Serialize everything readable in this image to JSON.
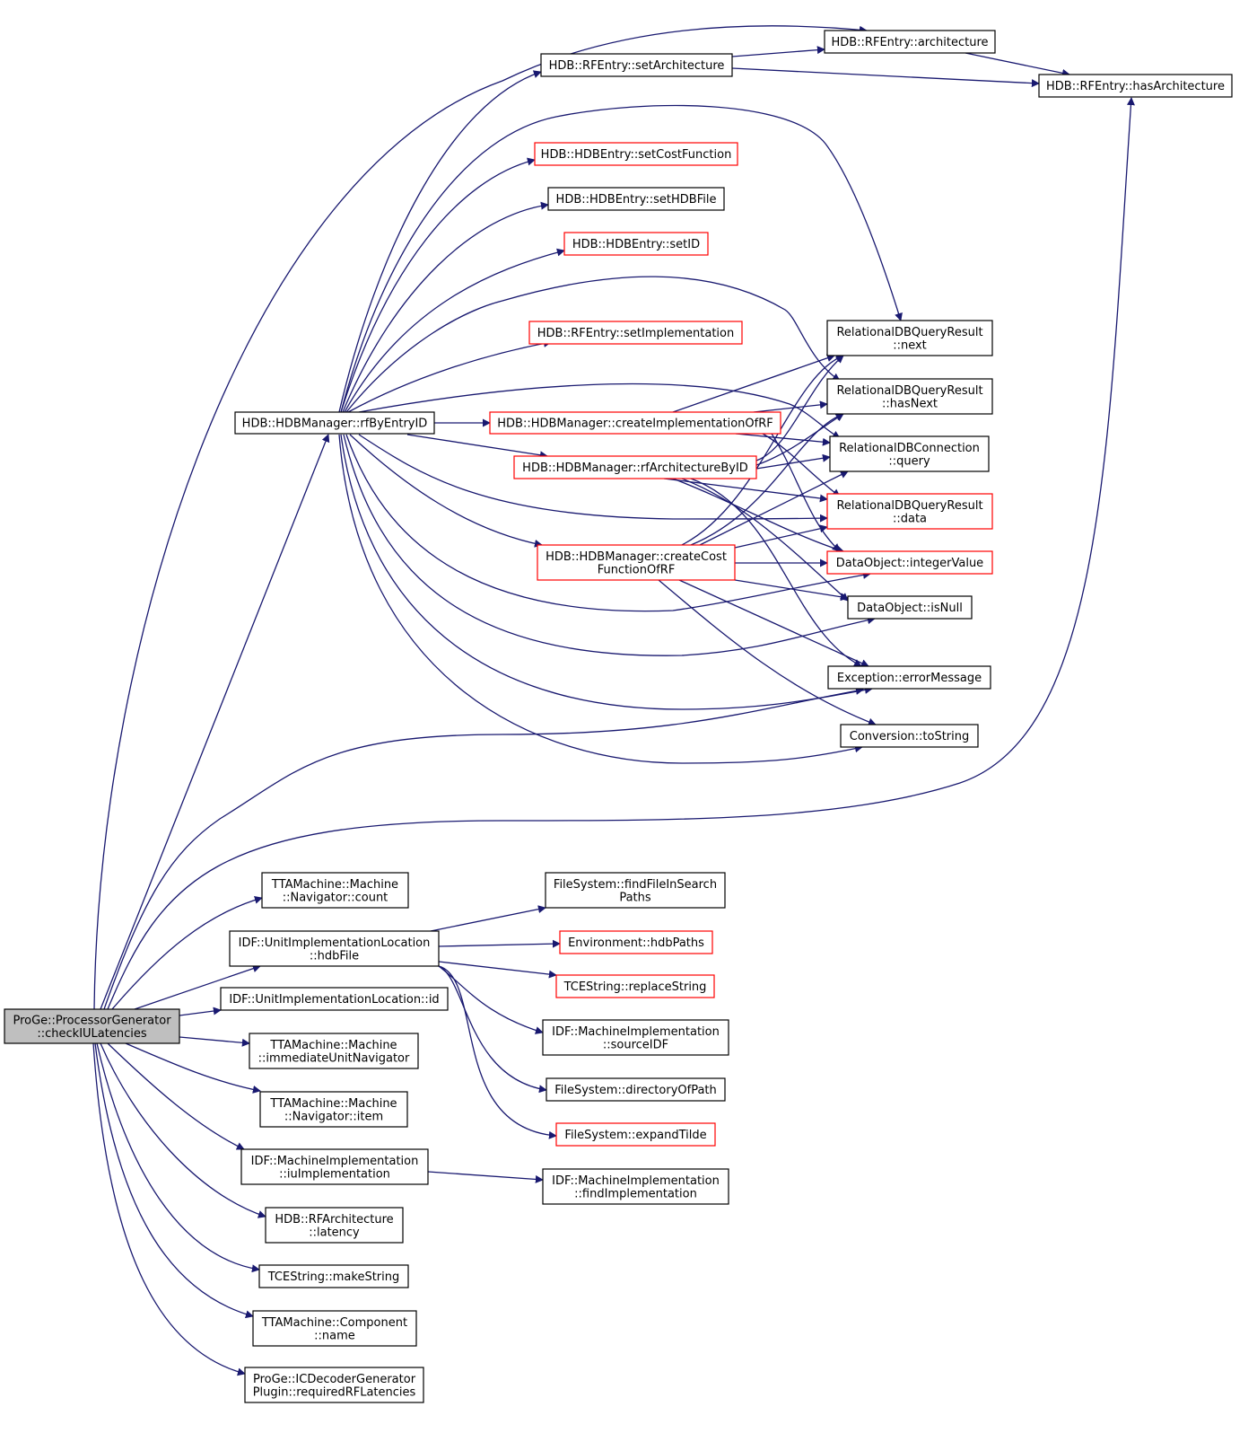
{
  "colors": {
    "edge": "#191970",
    "border_normal": "#000000",
    "border_red": "#ff0000",
    "fill_normal": "#ffffff",
    "fill_root": "#bfbfbf"
  },
  "nodes": {
    "root": [
      "ProGe::ProcessorGenerator",
      "::checkIULatencies"
    ],
    "rfByEntryID": [
      "HDB::HDBManager::rfByEntryID"
    ],
    "setArchitecture": [
      "HDB::RFEntry::setArchitecture"
    ],
    "architecture": [
      "HDB::RFEntry::architecture"
    ],
    "hasArchitecture": [
      "HDB::RFEntry::hasArchitecture"
    ],
    "setCostFunction": [
      "HDB::HDBEntry::setCostFunction"
    ],
    "setHDBFile": [
      "HDB::HDBEntry::setHDBFile"
    ],
    "setID": [
      "HDB::HDBEntry::setID"
    ],
    "setImplementation": [
      "HDB::RFEntry::setImplementation"
    ],
    "next": [
      "RelationalDBQueryResult",
      "::next"
    ],
    "hasNext": [
      "RelationalDBQueryResult",
      "::hasNext"
    ],
    "createImplementationOfRF": [
      "HDB::HDBManager::createImplementationOfRF"
    ],
    "query": [
      "RelationalDBConnection",
      "::query"
    ],
    "rfArchitectureByID": [
      "HDB::HDBManager::rfArchitectureByID"
    ],
    "data": [
      "RelationalDBQueryResult",
      "::data"
    ],
    "createCostFunctionOfRF": [
      "HDB::HDBManager::createCost",
      "FunctionOfRF"
    ],
    "integerValue": [
      "DataObject::integerValue"
    ],
    "isNull": [
      "DataObject::isNull"
    ],
    "errorMessage": [
      "Exception::errorMessage"
    ],
    "toString": [
      "Conversion::toString"
    ],
    "navCount": [
      "TTAMachine::Machine",
      "::Navigator::count"
    ],
    "hdbFile": [
      "IDF::UnitImplementationLocation",
      "::hdbFile"
    ],
    "findFileInSearchPaths": [
      "FileSystem::findFileInSearch",
      "Paths"
    ],
    "hdbPaths": [
      "Environment::hdbPaths"
    ],
    "replaceString": [
      "TCEString::replaceString"
    ],
    "sourceIDF": [
      "IDF::MachineImplementation",
      "::sourceIDF"
    ],
    "directoryOfPath": [
      "FileSystem::directoryOfPath"
    ],
    "expandTilde": [
      "FileSystem::expandTilde"
    ],
    "uilId": [
      "IDF::UnitImplementationLocation::id"
    ],
    "immediateUnitNavigator": [
      "TTAMachine::Machine",
      "::immediateUnitNavigator"
    ],
    "navItem": [
      "TTAMachine::Machine",
      "::Navigator::item"
    ],
    "iuImplementation": [
      "IDF::MachineImplementation",
      "::iuImplementation"
    ],
    "findImplementation": [
      "IDF::MachineImplementation",
      "::findImplementation"
    ],
    "latency": [
      "HDB::RFArchitecture",
      "::latency"
    ],
    "makeString": [
      "TCEString::makeString"
    ],
    "componentName": [
      "TTAMachine::Component",
      "::name"
    ],
    "requiredRFLatencies": [
      "ProGe::ICDecoderGenerator",
      "Plugin::requiredRFLatencies"
    ]
  }
}
